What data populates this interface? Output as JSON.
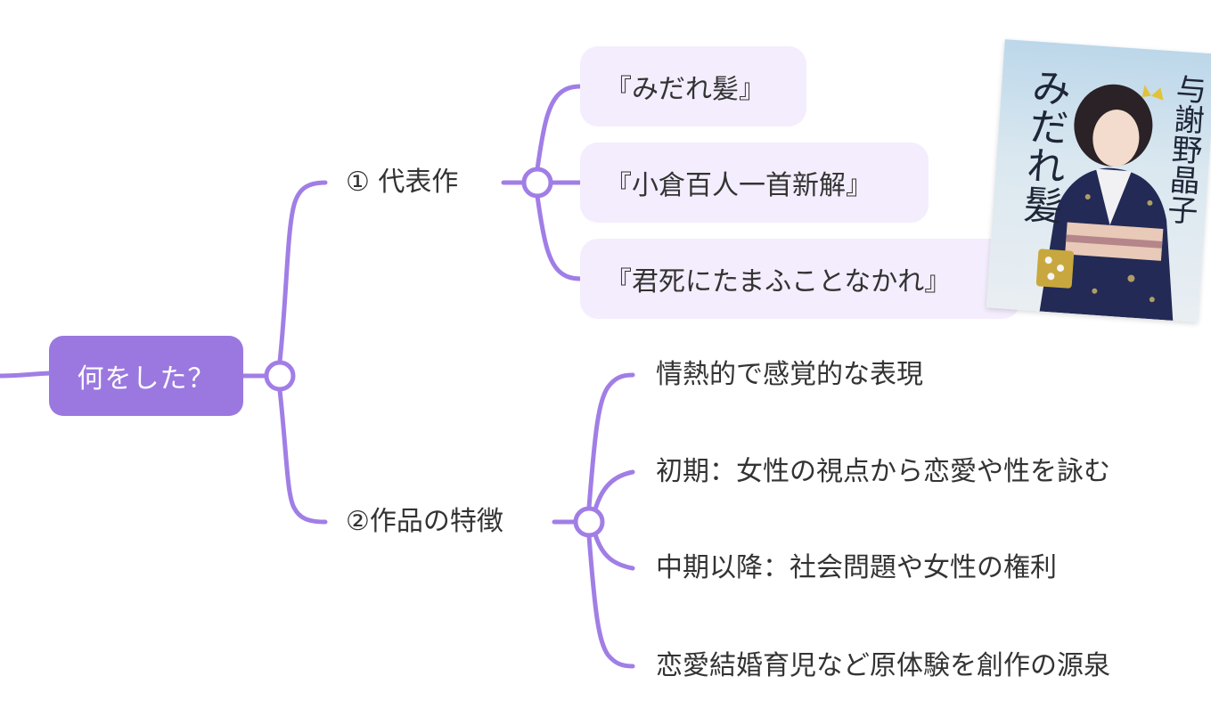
{
  "colors": {
    "accent": "#a17ee6",
    "root_fill": "#9b78e0",
    "pill_fill": "#f4edfd",
    "text": "#333333"
  },
  "root": {
    "label": "何をした？"
  },
  "branches": [
    {
      "label": "① 代表作",
      "items": [
        "『みだれ髪』",
        "『小倉百人一首新解』",
        "『君死にたまふことなかれ』"
      ]
    },
    {
      "label": "②作品の特徴",
      "items": [
        "情熱的で感覚的な表現",
        "初期：女性の視点から恋愛や性を詠む",
        "中期以降：社会問題や女性の権利",
        "恋愛結婚育児など原体験を創作の源泉"
      ]
    }
  ],
  "cover": {
    "title": "みだれ髪",
    "author": "与謝野晶子"
  }
}
